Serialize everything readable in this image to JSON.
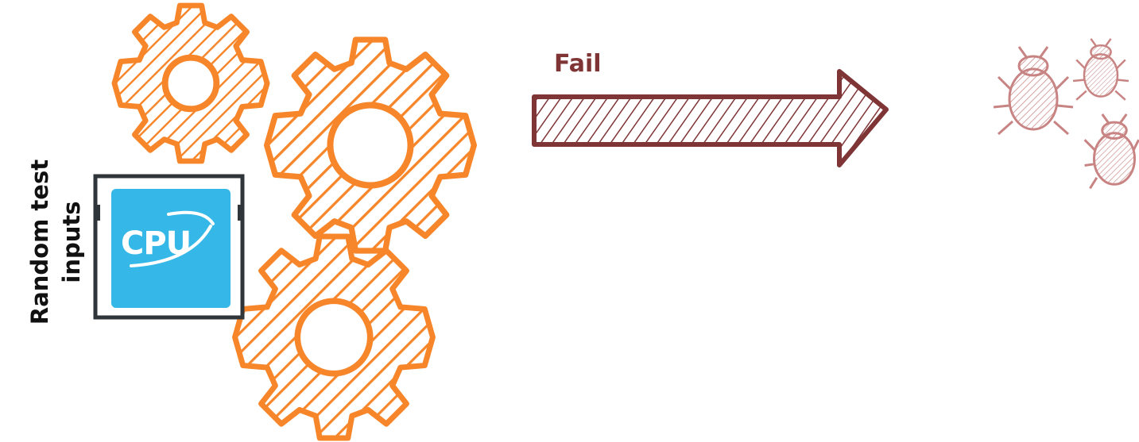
{
  "diagram": {
    "side_label_line1": "Random test",
    "side_label_line2": "inputs",
    "arrow_label": "Fail",
    "chip_label": "CPU"
  },
  "colors": {
    "gear": "#f7862a",
    "arrow": "#7f3436",
    "bug": "#c78483",
    "chip_die": "#35b8e8",
    "chip_frame": "#2f3538"
  },
  "icons": [
    "gear-icon",
    "cpu-chip-icon",
    "arrow-icon",
    "bug-icon"
  ]
}
